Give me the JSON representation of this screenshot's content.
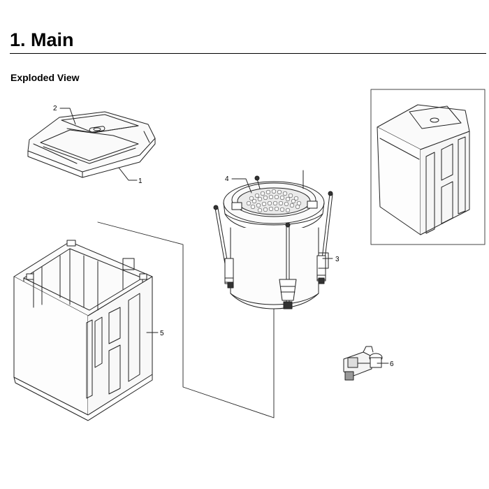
{
  "section": {
    "title": "1.  Main",
    "subtitle": "Exploded View"
  },
  "callouts": [
    {
      "id": "2",
      "label": "2"
    },
    {
      "id": "1",
      "label": "1"
    },
    {
      "id": "4",
      "label": "4"
    },
    {
      "id": "3",
      "label": "3"
    },
    {
      "id": "5",
      "label": "5"
    },
    {
      "id": "6",
      "label": "6"
    }
  ]
}
